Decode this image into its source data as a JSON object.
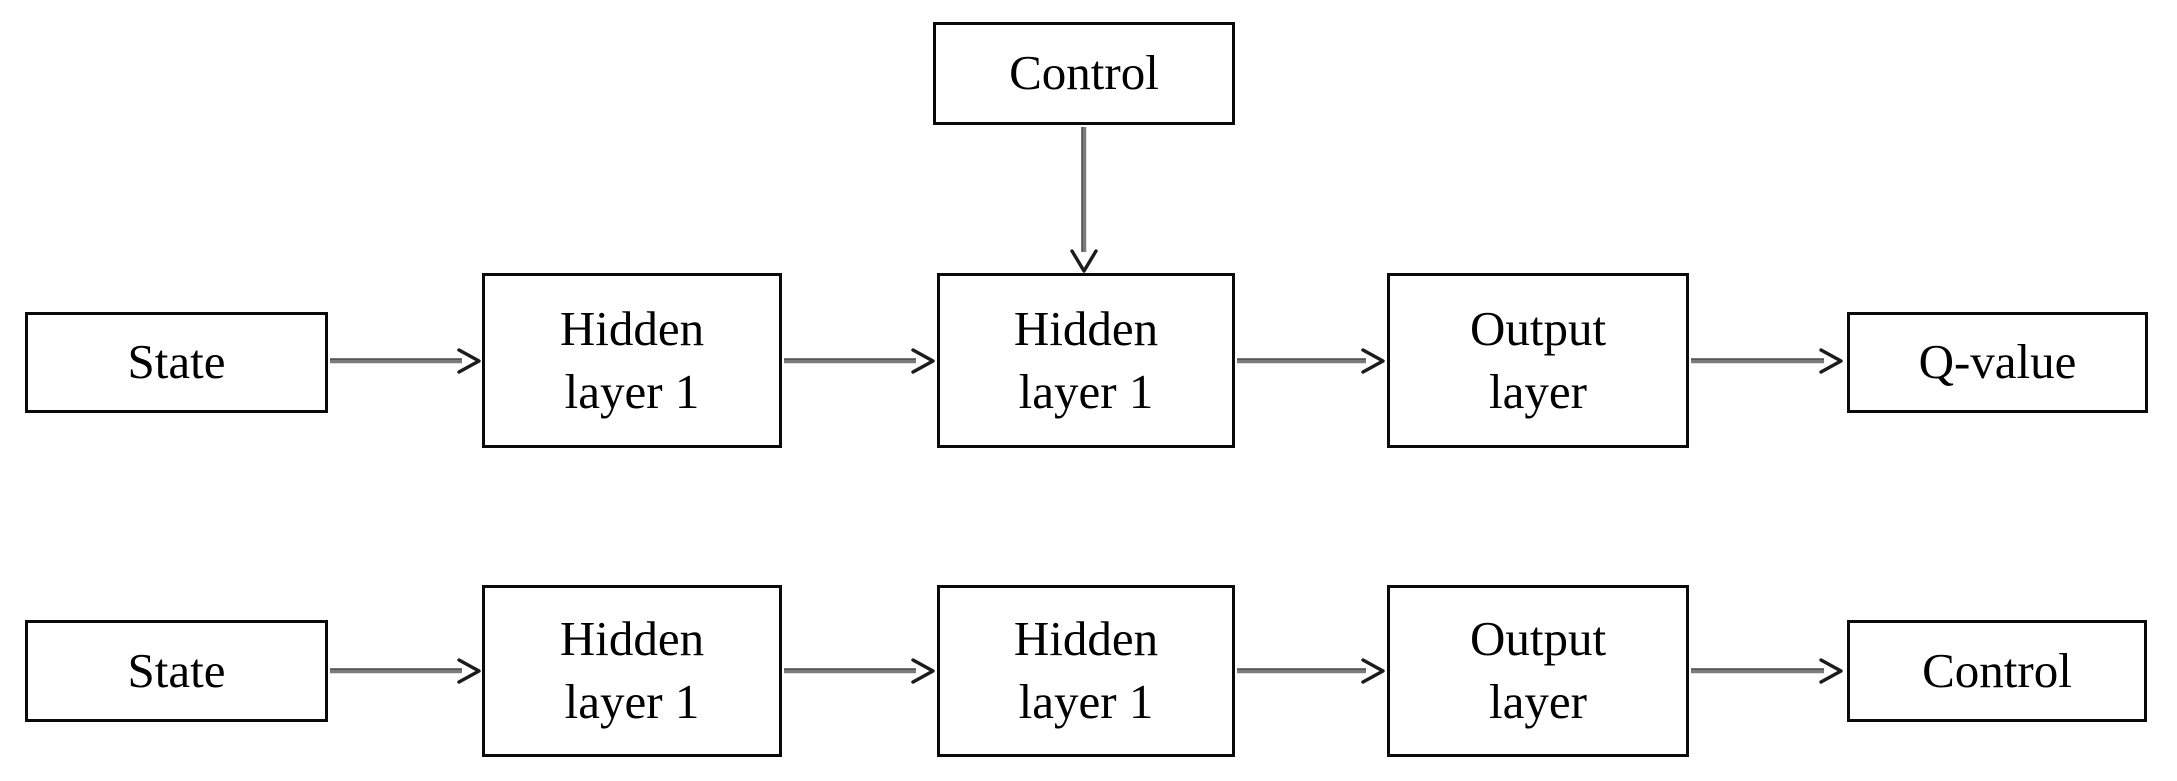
{
  "diagram": {
    "description": "Two feed-forward network block diagrams",
    "colors": {
      "background": "#ffffff",
      "box_fill": "#ffffff",
      "box_border": "#0a0a0a",
      "text": "#000000",
      "arrow_shaft": "#7b7b7b",
      "arrow_head": "#1c1c1c"
    },
    "top_network": {
      "control_box": {
        "label": "Control"
      },
      "boxes": [
        {
          "label": "State"
        },
        {
          "label": "Hidden\nlayer 1"
        },
        {
          "label": "Hidden\nlayer 1"
        },
        {
          "label": "Output\nlayer"
        },
        {
          "label": "Q-value"
        }
      ],
      "edges": [
        {
          "from": "State",
          "to": "Hidden layer 1 (first)"
        },
        {
          "from": "Hidden layer 1 (first)",
          "to": "Hidden layer 1 (second)"
        },
        {
          "from": "Control",
          "to": "Hidden layer 1 (second)"
        },
        {
          "from": "Hidden layer 1 (second)",
          "to": "Output layer"
        },
        {
          "from": "Output layer",
          "to": "Q-value"
        }
      ]
    },
    "bottom_network": {
      "boxes": [
        {
          "label": "State"
        },
        {
          "label": "Hidden\nlayer 1"
        },
        {
          "label": "Hidden\nlayer 1"
        },
        {
          "label": "Output\nlayer"
        },
        {
          "label": "Control"
        }
      ],
      "edges": [
        {
          "from": "State",
          "to": "Hidden layer 1 (first)"
        },
        {
          "from": "Hidden layer 1 (first)",
          "to": "Hidden layer 1 (second)"
        },
        {
          "from": "Hidden layer 1 (second)",
          "to": "Output layer"
        },
        {
          "from": "Output layer",
          "to": "Control"
        }
      ]
    }
  }
}
